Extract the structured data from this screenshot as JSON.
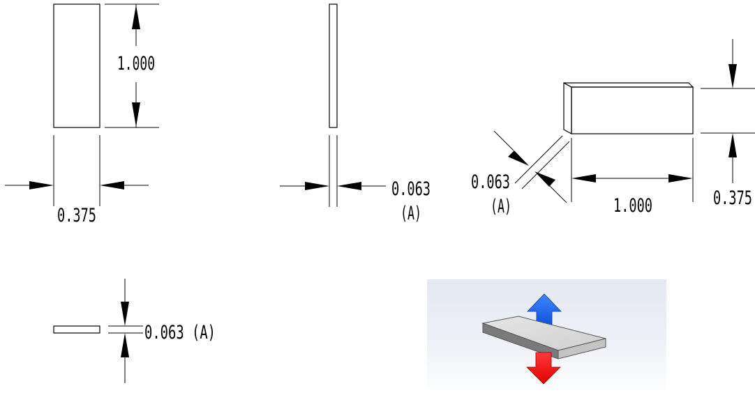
{
  "front_view": {
    "height_label": "1.000",
    "width_label": "0.375"
  },
  "side_view": {
    "thickness_label": "0.063",
    "thickness_ref": "(A)"
  },
  "iso_view": {
    "thickness_label": "0.063",
    "thickness_ref": "(A)",
    "length_label": "1.000",
    "width_label": "0.375"
  },
  "top_view": {
    "thickness_label": "0.063 (A)"
  },
  "render_preview": {
    "plate_color": "#d4d4d4",
    "arrow_up_color": "#1565e8",
    "arrow_down_color": "#ff1a1a",
    "icons": [
      "arrow-up-icon",
      "arrow-down-icon"
    ]
  }
}
